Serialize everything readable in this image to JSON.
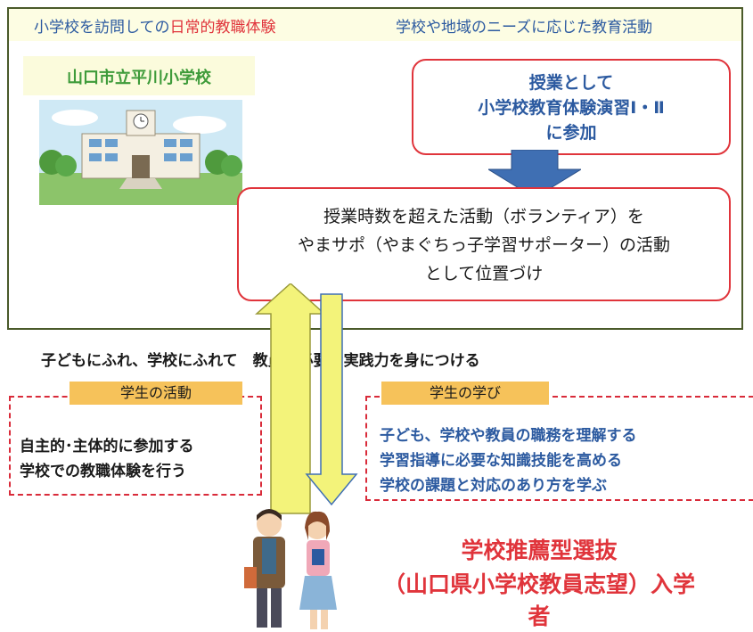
{
  "banner": {
    "left_part1": "小学校を訪問しての",
    "left_part2": "日常的教職体験",
    "right_text": "学校や地域のニーズに応じた教育活動"
  },
  "school": {
    "name": "山口市立平川小学校"
  },
  "class_box": {
    "line1": "授業として",
    "line2": "小学校教育体験演習Ⅰ・Ⅱ",
    "line3": "に参加"
  },
  "volunteer_box": {
    "line1": "授業時数を超えた活動（ボランティア）を",
    "line2": "やまサポ（やまぐちっ子学習サポーター）の活動",
    "line3": "として位置づけ"
  },
  "motto": "子どもにふれ、学校にふれて　教員に必要な実践力を身につける",
  "student_activity": {
    "tag": "学生の活動",
    "lines": [
      "自主的･主体的に参加する",
      "学校での教職体験を行う"
    ]
  },
  "student_learning": {
    "tag": "学生の学び",
    "lines": [
      "子ども、学校や教員の職務を理解する",
      "学習指導に必要な知識技能を高める",
      "学校の課題と対応のあり方を学ぶ"
    ]
  },
  "admission": {
    "line1": "学校推薦型選抜",
    "line2": "（山口県小学校教員志望）入学者"
  },
  "colors": {
    "red": "#e0343b",
    "blue": "#2c5aa0",
    "green": "#3e9b3a",
    "tag_orange": "#f6c25a",
    "arrow_yellow": "#f3f37a",
    "big_arrow_blue": "#3f6fb3"
  }
}
